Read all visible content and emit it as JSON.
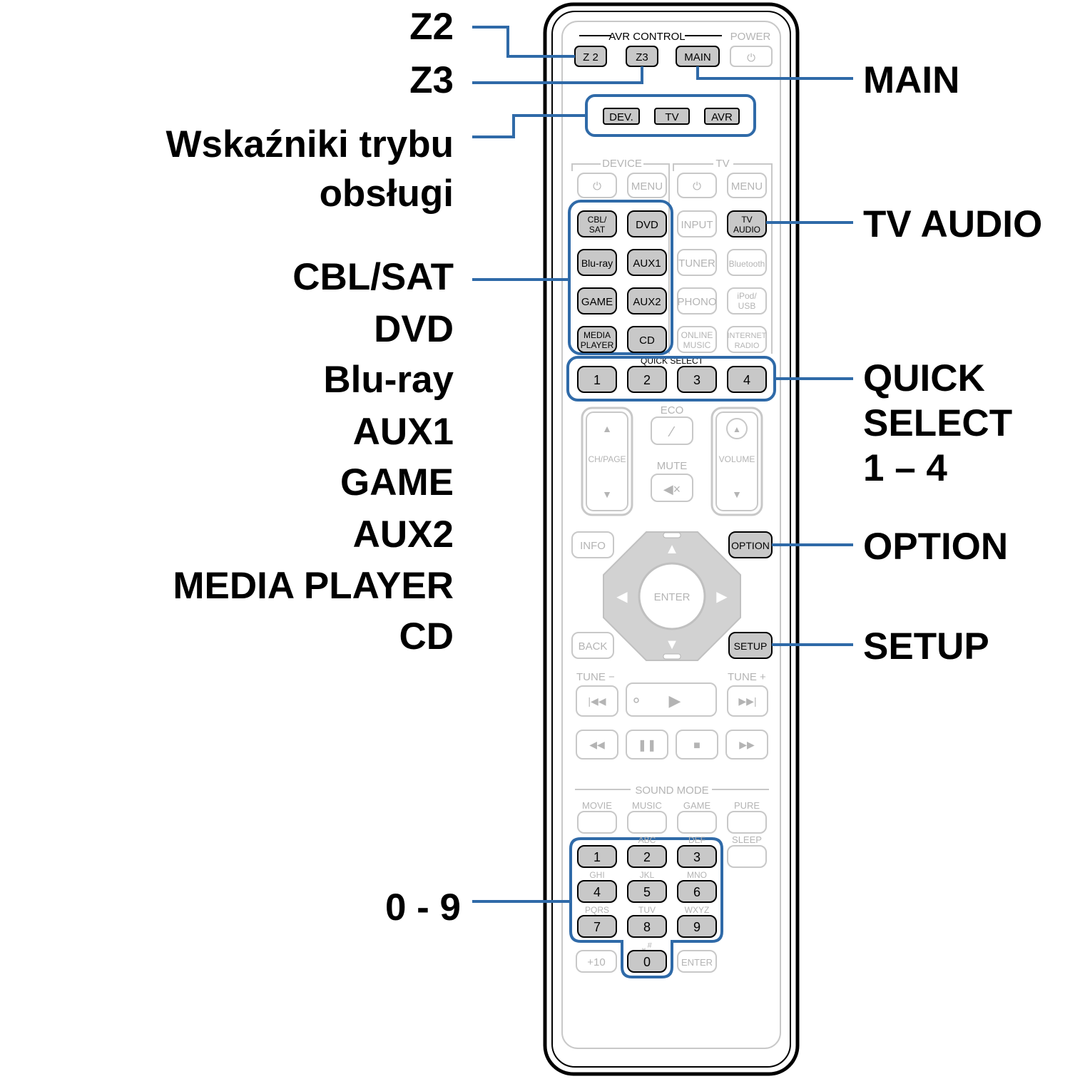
{
  "callouts": {
    "z2": "Z2",
    "z3": "Z3",
    "mode_indicators_line1": "Wskaźniki trybu",
    "mode_indicators_line2": "obsługi",
    "inputs": [
      "CBL/SAT",
      "DVD",
      "Blu-ray",
      "AUX1",
      "GAME",
      "AUX2",
      "MEDIA PLAYER",
      "CD"
    ],
    "numbers": "0 - 9",
    "main": "MAIN",
    "tv_audio": "TV AUDIO",
    "quick_select": [
      "QUICK",
      "SELECT",
      "1 – 4"
    ],
    "option": "OPTION",
    "setup": "SETUP"
  },
  "remote": {
    "avr_control": "AVR CONTROL",
    "power": "POWER",
    "z2": "Z 2",
    "z3": "Z3",
    "main": "MAIN",
    "dev": "DEV.",
    "tv": "TV",
    "avr": "AVR",
    "device_label": "DEVICE",
    "tv_label": "TV",
    "menu": "MENU",
    "power_icon": "⏻",
    "cbl_sat": [
      "CBL/",
      "SAT"
    ],
    "dvd": "DVD",
    "input": "INPUT",
    "tv_audio": [
      "TV",
      "AUDIO"
    ],
    "bluray": "Blu-ray",
    "aux1": "AUX1",
    "tuner": "TUNER",
    "bluetooth": "Bluetooth",
    "game": "GAME",
    "aux2": "AUX2",
    "phono": "PHONO",
    "ipod_usb": [
      "iPod/",
      "USB"
    ],
    "media_player": [
      "MEDIA",
      "PLAYER"
    ],
    "cd": "CD",
    "online_music": [
      "ONLINE",
      "MUSIC"
    ],
    "internet_radio": [
      "INTERNET",
      "RADIO"
    ],
    "quick_select_label": "QUICK SELECT",
    "quick_buttons": [
      "1",
      "2",
      "3",
      "4"
    ],
    "eco": "ECO",
    "ch_page": "CH/PAGE",
    "volume": "VOLUME",
    "mute": "MUTE",
    "info": "INFO",
    "option": "OPTION",
    "enter": "ENTER",
    "back": "BACK",
    "setup": "SETUP",
    "tune_minus": "TUNE −",
    "tune_plus": "TUNE +",
    "sound_mode": "SOUND MODE",
    "movie": "MOVIE",
    "music": "MUSIC",
    "game_mode": "GAME",
    "pure": "PURE",
    "sleep": "SLEEP",
    "digits": [
      "1",
      "2",
      "3",
      "4",
      "5",
      "6",
      "7",
      "8",
      "9",
      "0"
    ],
    "letters": [
      "ABC",
      "DEF",
      "GHI",
      "JKL",
      "MNO",
      "PQRS",
      "TUV",
      "WXYZ"
    ],
    "plus10": "+10",
    "enter_small": "ENTER",
    "space_hash": "⎵  #"
  },
  "colors": {
    "callout_line": "#2f6aa8",
    "active_button": "#c8c8c8",
    "inactive": "#b4b4b4",
    "remote_outline": "#000000"
  }
}
